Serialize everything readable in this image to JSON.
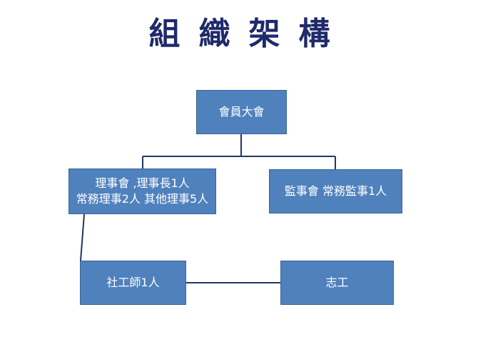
{
  "title": "組織架構",
  "nodes": {
    "members_assembly": "會員大會",
    "board_line1": "理事會 ,理事長1人",
    "board_line2": "常務理事2人 其他理事5人",
    "supervisors": "監事會 常務監事1人",
    "social_worker": "社工師1人",
    "volunteer": "志工"
  },
  "colors": {
    "box_fill": "#4f81bd",
    "box_text": "#ffffff",
    "connector": "#1f3864",
    "title": "#1f2a6b"
  }
}
